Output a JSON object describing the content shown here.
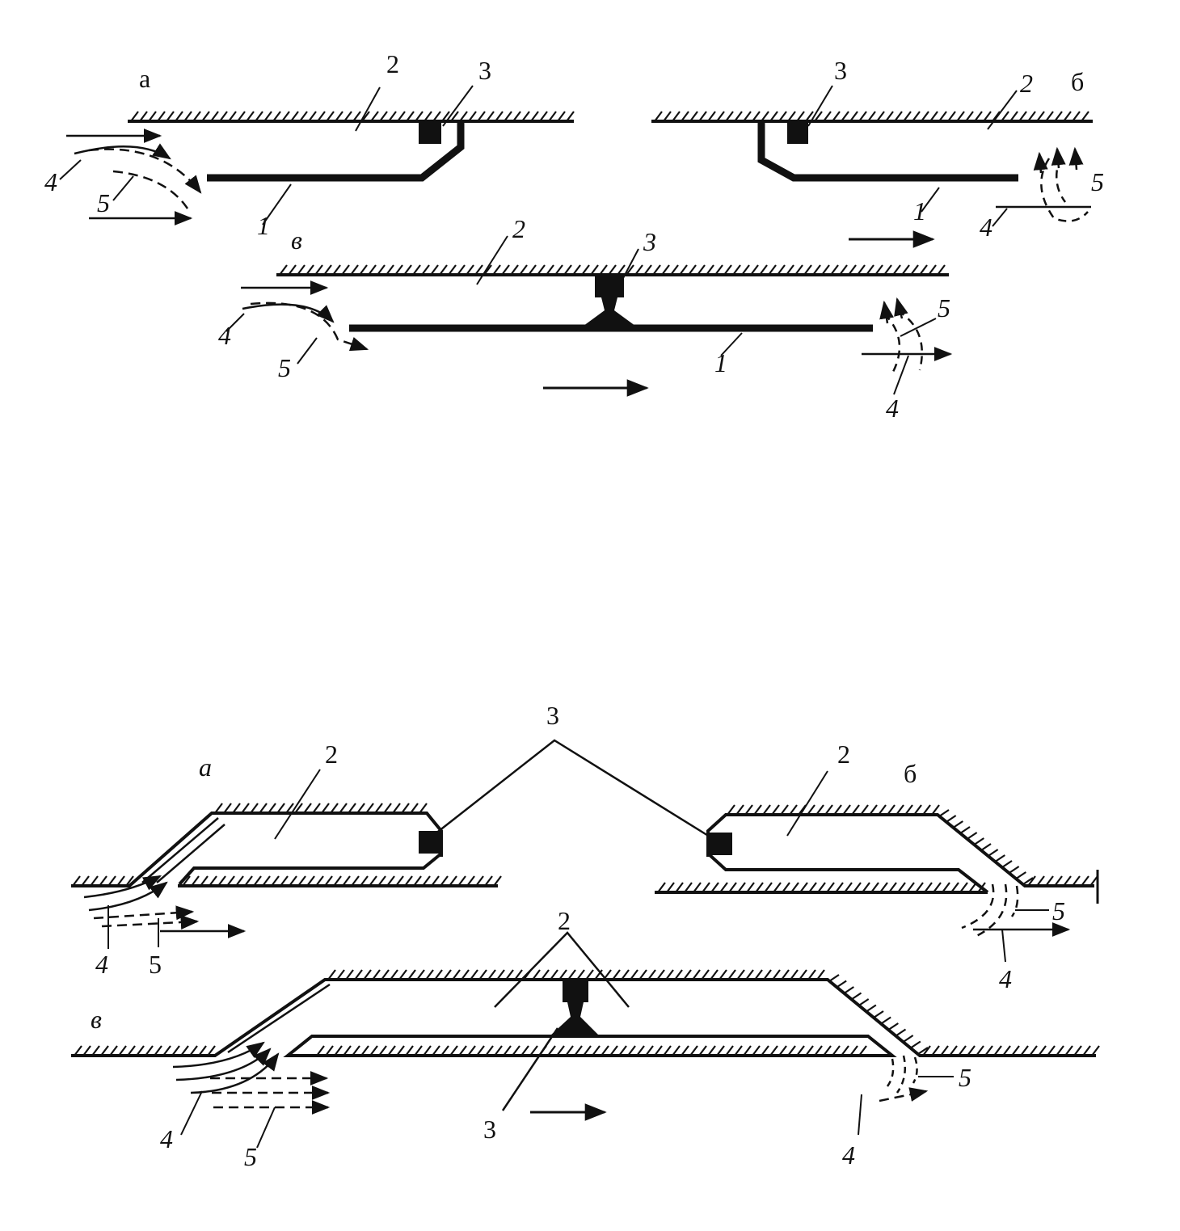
{
  "figure_top": {
    "panel_a": {
      "letter": "а",
      "wall": "2",
      "fixing": "3",
      "plate": "1",
      "flow_main": "4",
      "flow_secondary": "5"
    },
    "panel_b": {
      "letter": "б",
      "wall": "2",
      "fixing": "3",
      "plate": "1",
      "flow_main": "4",
      "flow_secondary": "5"
    },
    "panel_v": {
      "letter": "в",
      "wall": "2",
      "fixing": "3",
      "plate": "1",
      "flow_main_in": "4",
      "flow_secondary_in": "5",
      "flow_main_out": "4",
      "flow_secondary_out": "5"
    }
  },
  "figure_bottom": {
    "fixing_common": "3",
    "panel_a": {
      "letter": "а",
      "cavity": "2",
      "flow_main": "4",
      "flow_secondary": "5"
    },
    "panel_b": {
      "letter": "б",
      "cavity": "2",
      "flow_main": "4",
      "flow_secondary": "5"
    },
    "panel_v": {
      "letter": "в",
      "cavity": "2",
      "fixing": "3",
      "flow_main_in": "4",
      "flow_secondary_in": "5",
      "flow_main_out": "4",
      "flow_secondary_out": "5"
    }
  },
  "colors": {
    "ink": "#111111",
    "background": "#ffffff"
  },
  "icons": {
    "flow_arrow": "arrow-right-icon",
    "hatching": "hatched-wall"
  }
}
